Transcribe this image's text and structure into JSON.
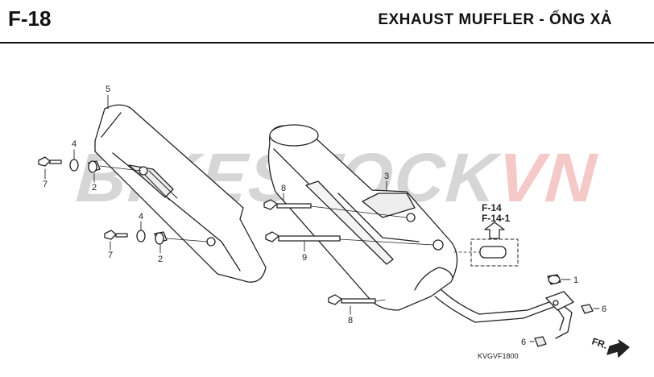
{
  "header": {
    "code": "F-18",
    "title": "EXHAUST MUFFLER - ỐNG XẢ"
  },
  "watermark": {
    "main": "BIKESTOCK",
    "suffix": "VN"
  },
  "callouts": {
    "c5": "5",
    "c4a": "4",
    "c7a": "7",
    "c2a": "2",
    "c4b": "4",
    "c7b": "7",
    "c2b": "2",
    "c8a": "8",
    "c3": "3",
    "c9": "9",
    "c8b": "8",
    "c1": "1",
    "c6a": "6",
    "c6b": "6"
  },
  "refs": {
    "r1": "F-14",
    "r2": "F-14-1"
  },
  "direction": "FR.",
  "diagram_code": "KVGVF1800"
}
